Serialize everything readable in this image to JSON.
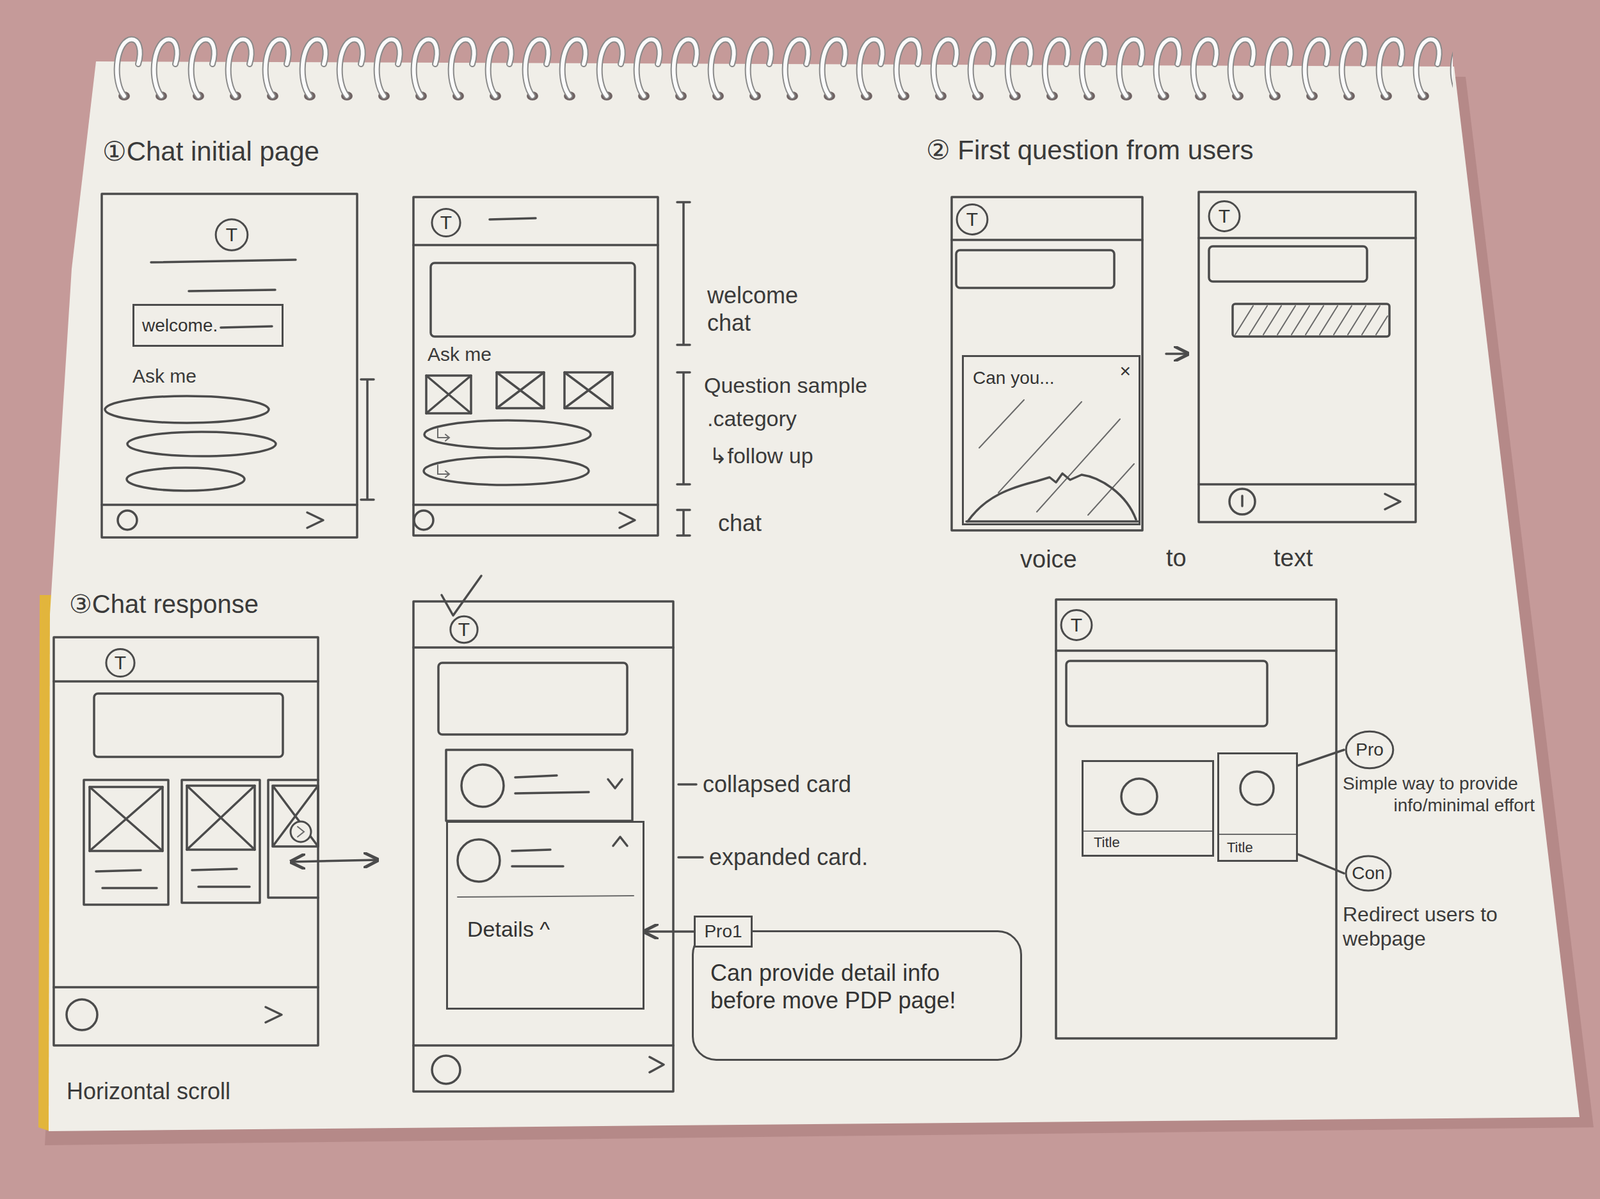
{
  "diagram": {
    "nodes": [
      {
        "text": [
          "T"
        ]
      },
      {
        "text": [
          "welcome."
        ]
      },
      {
        "text": [
          "T"
        ]
      },
      {
        "text": [
          "T"
        ]
      },
      {
        "text": [
          "Can you...",
          "×"
        ]
      },
      {
        "text": [
          "T"
        ]
      },
      {
        "text": [
          "T"
        ]
      },
      {
        "text": [
          "T"
        ]
      },
      {
        "text": [
          "Details ^"
        ]
      },
      {
        "text": [
          "Pro1"
        ]
      },
      {
        "text": [
          "Can provide detail info before move PDP page!"
        ]
      },
      {
        "text": [
          "T"
        ]
      },
      {
        "text": [
          "Title"
        ]
      },
      {
        "text": [
          "Title"
        ]
      },
      {
        "text": [
          "Pro"
        ]
      },
      {
        "text": [
          "Con"
        ]
      }
    ],
    "edges": [
      {
        "from": 9,
        "to": 8,
        "arrow": "to"
      },
      {
        "from": 13,
        "to": 14,
        "arrow": "none"
      },
      {
        "from": 13,
        "to": 15,
        "arrow": "none"
      }
    ],
    "labels": [
      "①Chat initial page",
      "Ask me",
      "Ask me",
      "welcome chat",
      "Question sample",
      ".category",
      "↳follow up",
      "chat",
      "② First question from users",
      "voice",
      "to",
      "text",
      "③Chat response",
      "Horizontal scroll",
      "collapsed card",
      "expanded card.",
      "Simple way to provide info/minimal effort",
      "Redirect users to webpage"
    ]
  }
}
